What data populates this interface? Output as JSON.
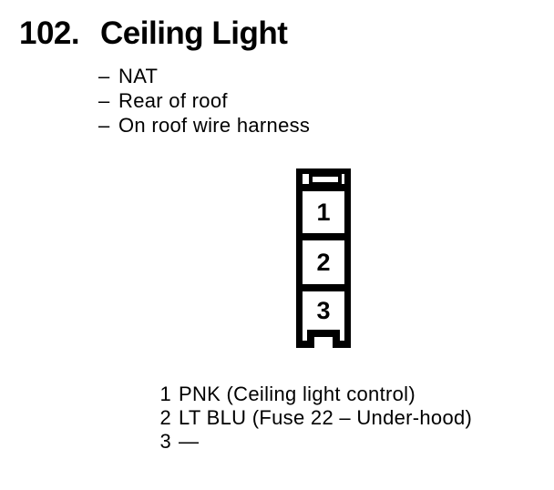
{
  "colors": {
    "ink": "#000000",
    "paper": "#ffffff"
  },
  "header": {
    "number": "102.",
    "title": "Ceiling Light"
  },
  "notes": {
    "dash": "–",
    "items": [
      "NAT",
      "Rear of roof",
      "On roof wire harness"
    ]
  },
  "connector": {
    "pins": [
      "1",
      "2",
      "3"
    ]
  },
  "legend": {
    "rows": [
      {
        "pin": "1",
        "desc": "PNK (Ceiling light control)"
      },
      {
        "pin": "2",
        "desc": "LT BLU (Fuse 22 – Under-hood)"
      },
      {
        "pin": "3",
        "desc": "—"
      }
    ]
  }
}
